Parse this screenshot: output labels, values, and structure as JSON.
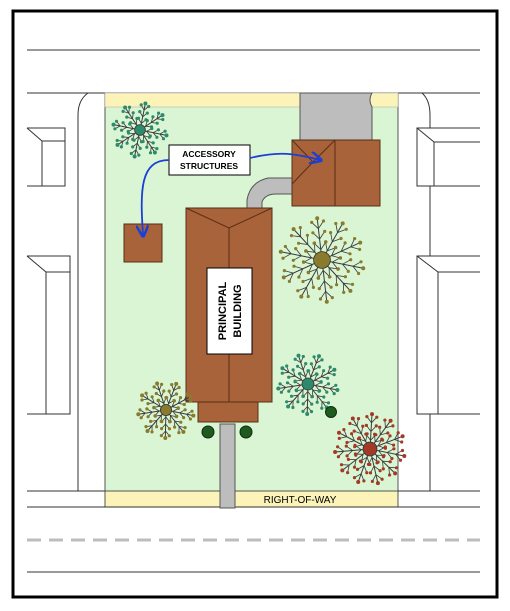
{
  "labels": {
    "accessory_line1": "ACCESSORY",
    "accessory_line2": "STRUCTURES",
    "principal_line1": "PRINCIPAL",
    "principal_line2": "BUILDING",
    "right_of_way": "RIGHT-OF-WAY"
  },
  "colors": {
    "lot": "#d9f5d3",
    "setback_strip": "#fbf3b8",
    "building": "#a8633a",
    "building_outline": "#5a2e14",
    "driveway": "#bdbdbd",
    "arrow": "#1c3fd6",
    "road_dash": "#bdbdbd",
    "tree_teal": "#2e8a6c",
    "tree_olive": "#8a7a2e",
    "tree_red": "#a23a28",
    "shrub": "#1f5a1f"
  }
}
